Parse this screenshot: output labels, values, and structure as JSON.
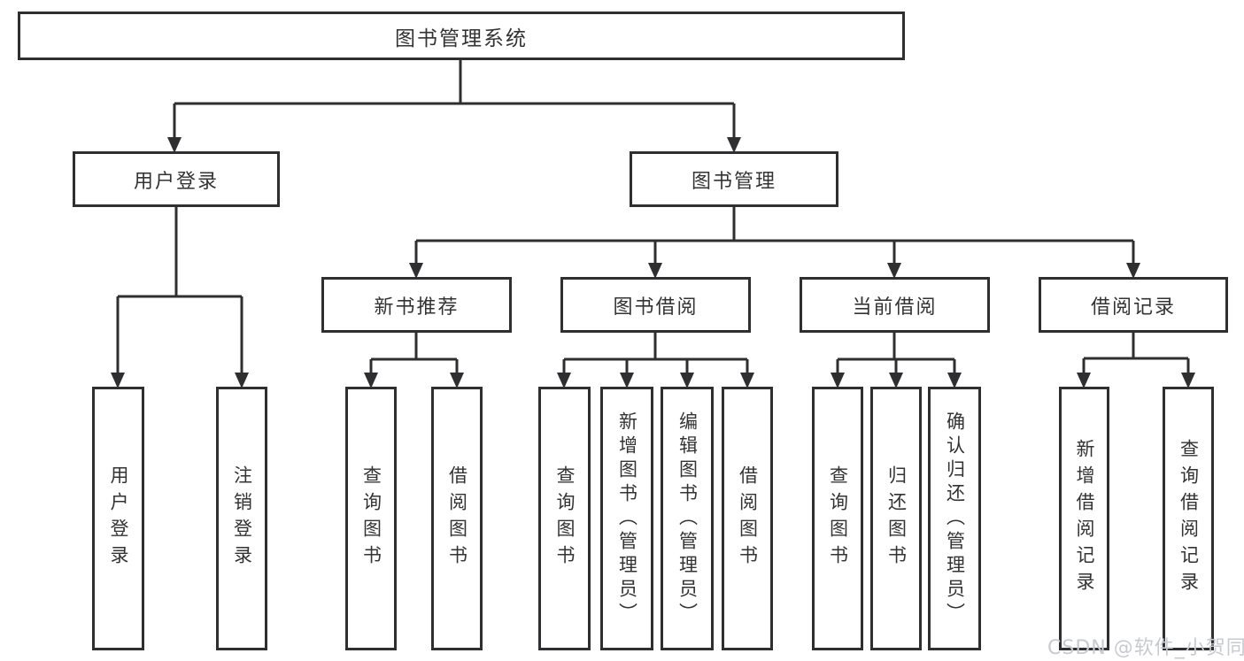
{
  "diagram": {
    "root": {
      "label": "图书管理系统"
    },
    "branches": [
      {
        "label": "用户登录",
        "children": [
          {
            "label": "用户登录"
          },
          {
            "label": "注销登录"
          }
        ]
      },
      {
        "label": "图书管理",
        "children": [
          {
            "label": "新书推荐",
            "children": [
              {
                "label": "查询图书"
              },
              {
                "label": "借阅图书"
              }
            ]
          },
          {
            "label": "图书借阅",
            "children": [
              {
                "label": "查询图书"
              },
              {
                "label": "新增图书（管理员）"
              },
              {
                "label": "编辑图书（管理员）"
              },
              {
                "label": "借阅图书"
              }
            ]
          },
          {
            "label": "当前借阅",
            "children": [
              {
                "label": "查询图书"
              },
              {
                "label": "归还图书"
              },
              {
                "label": "确认归还（管理员）"
              }
            ]
          },
          {
            "label": "借阅记录",
            "children": [
              {
                "label": "新增借阅记录"
              },
              {
                "label": "查询借阅记录"
              }
            ]
          }
        ]
      }
    ]
  },
  "watermark": {
    "text": "CSDN @软件_小贺同学",
    "color": "#c7cad0"
  },
  "colors": {
    "line": "#2f2f31",
    "text": "#333333",
    "background": "#ffffff"
  }
}
